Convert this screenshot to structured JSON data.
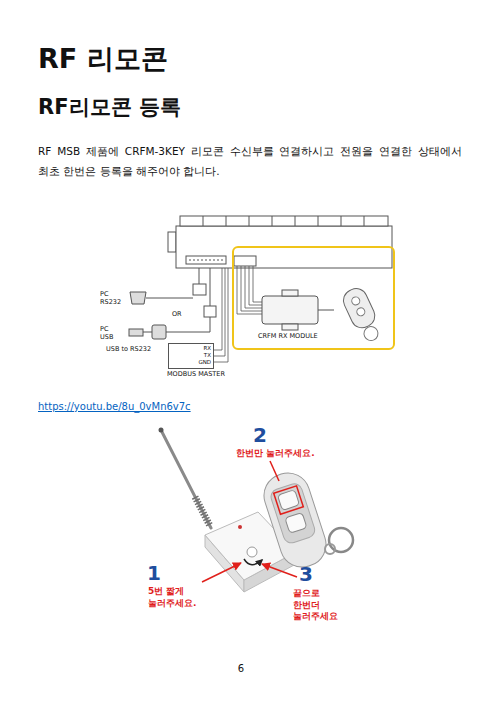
{
  "diagram": {
    "title": "RF 리모콘",
    "nodes": [
      {
        "text": [
          "RX",
          "TX",
          "GND",
          "MODBUS MASTER"
        ]
      },
      {
        "text": [
          "CRFM RX MODULE"
        ]
      }
    ],
    "labels": [
      "RF리모콘 등록",
      "RF MSB 제품에 CRFM-3KEY 리모콘 수신부를 연결하시고 전원을 연결한 상태에서 최초 한번은 등록을 해주어야 합니다.",
      "PC RS232",
      "OR",
      "PC USB",
      "USB to RS232",
      "https://youtu.be/8u_0vMn6v7c",
      "2",
      "한번만 눌러주세요.",
      "1",
      "5번 짧게 눌러주세요.",
      "3",
      "끝으로 한번더 눌러주세요",
      "6"
    ]
  }
}
